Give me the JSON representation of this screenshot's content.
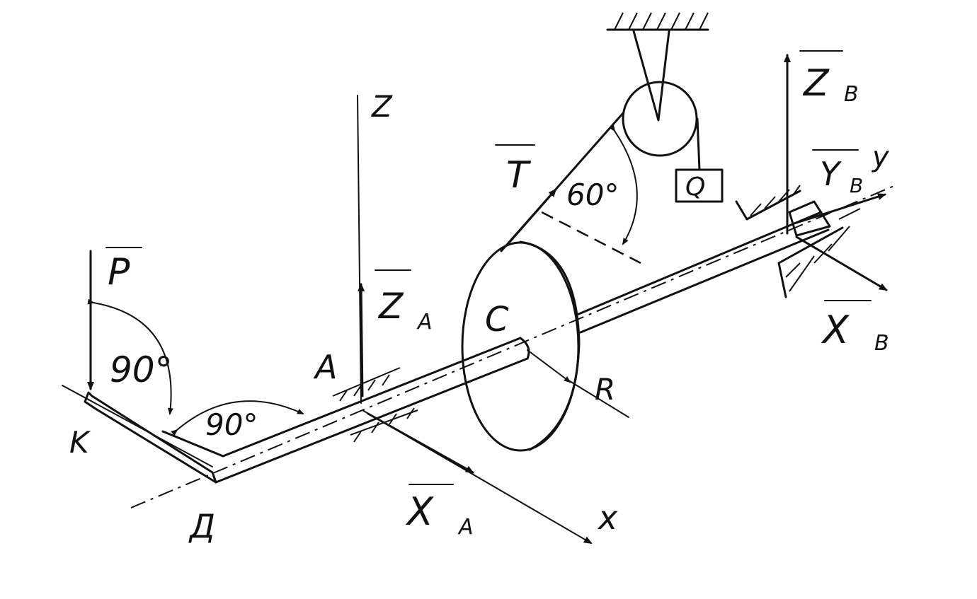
{
  "labels": {
    "P": "P",
    "angle_p": "90°",
    "K": "K",
    "D": "Д",
    "angle_d": "90°",
    "A": "A",
    "Z": "Z",
    "ZA": "Z",
    "ZA_sub": "A",
    "XA": "X",
    "XA_sub": "A",
    "x": "x",
    "C": "C",
    "R": "R",
    "T": "T",
    "angle_t": "60°",
    "Q": "Q",
    "ZB": "Z",
    "ZB_sub": "B",
    "YB": "Y",
    "YB_sub": "B",
    "y": "y",
    "XB": "X",
    "XB_sub": "B"
  },
  "colors": {
    "ink": "#111111",
    "paper": "#ffffff"
  }
}
